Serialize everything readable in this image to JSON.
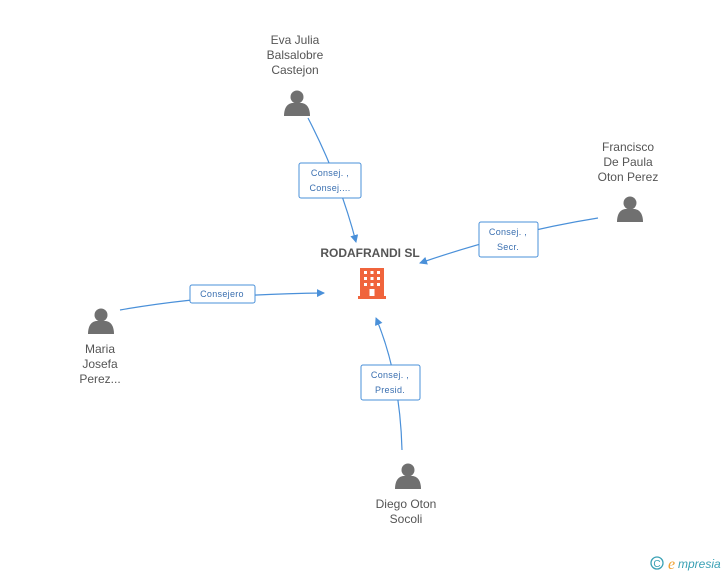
{
  "company": {
    "name": "RODAFRANDI SL",
    "icon": "building-icon",
    "color": "#f0643c"
  },
  "people": [
    {
      "id": "eva",
      "name_lines": [
        "Eva Julia",
        "Balsalobre",
        "Castejon"
      ],
      "icon": "person-icon"
    },
    {
      "id": "francisco",
      "name_lines": [
        "Francisco",
        "De Paula",
        "Oton Perez"
      ],
      "icon": "person-icon"
    },
    {
      "id": "maria",
      "name_lines": [
        "Maria",
        "Josefa",
        "Perez..."
      ],
      "icon": "person-icon"
    },
    {
      "id": "diego",
      "name_lines": [
        "Diego Oton",
        "Socoli"
      ],
      "icon": "person-icon"
    }
  ],
  "edges": [
    {
      "from": "eva",
      "label_lines": [
        "Consej. ,",
        "Consej...."
      ]
    },
    {
      "from": "francisco",
      "label_lines": [
        "Consej. ,",
        "Secr."
      ]
    },
    {
      "from": "maria",
      "label_lines": [
        "Consejero"
      ]
    },
    {
      "from": "diego",
      "label_lines": [
        "Consej. ,",
        "Presid."
      ]
    }
  ],
  "footer": {
    "copyright_symbol": "C",
    "brand_initial": "e",
    "brand_rest": "mpresia"
  },
  "colors": {
    "edge": "#4a90d9",
    "person": "#707070",
    "text": "#555555"
  }
}
